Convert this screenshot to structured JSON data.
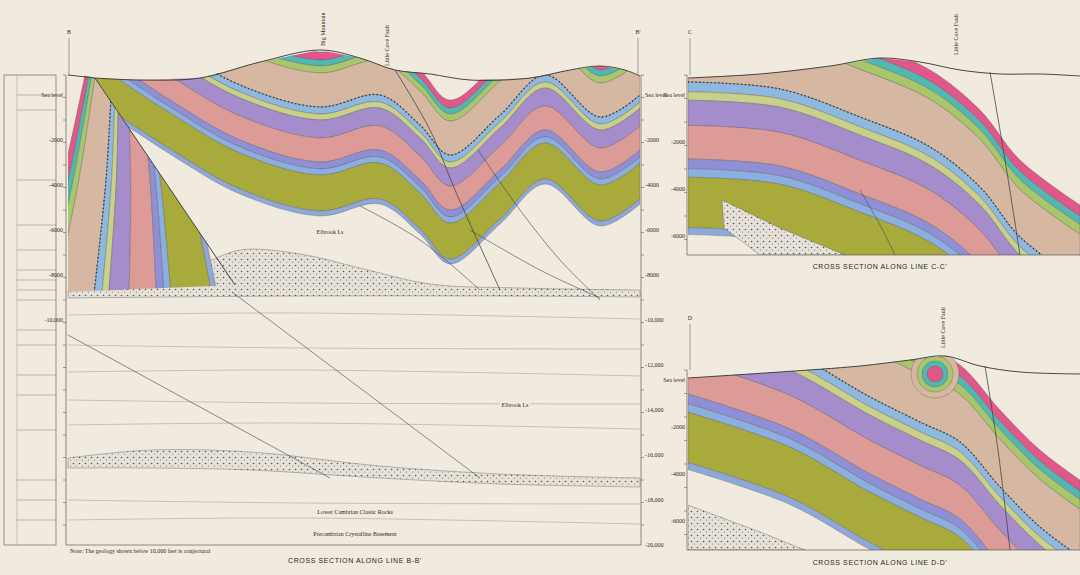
{
  "diagram": {
    "labels": [
      "B",
      "B'",
      "C",
      "D",
      "Big Mountain",
      "Little Cove Fault",
      "Little Cove Fault",
      "Little Cove Fault",
      "Sea level",
      "-2000",
      "-4000",
      "-6000",
      "-8000",
      "-10,000",
      "Sea level",
      "-2000",
      "-4000",
      "-6000",
      "-8000",
      "-10,000",
      "-12,000",
      "-14,000",
      "-16,000",
      "-18,000",
      "-20,000",
      "Sea level",
      "-2000",
      "-4000",
      "-6000",
      "Sea level",
      "-2000",
      "-4000",
      "-6000",
      "Elbrook Ls",
      "Elbrook Ls",
      "Lower Cambrian Clastic Rocks",
      "Precambrian Crystalline Basement",
      "Note: The geology shown below 10,000 feet is conjectural",
      "CROSS SECTION ALONG LINE B-B'",
      "CROSS SECTION ALONG LINE C-C'",
      "CROSS SECTION ALONG LINE D-D'"
    ]
  }
}
